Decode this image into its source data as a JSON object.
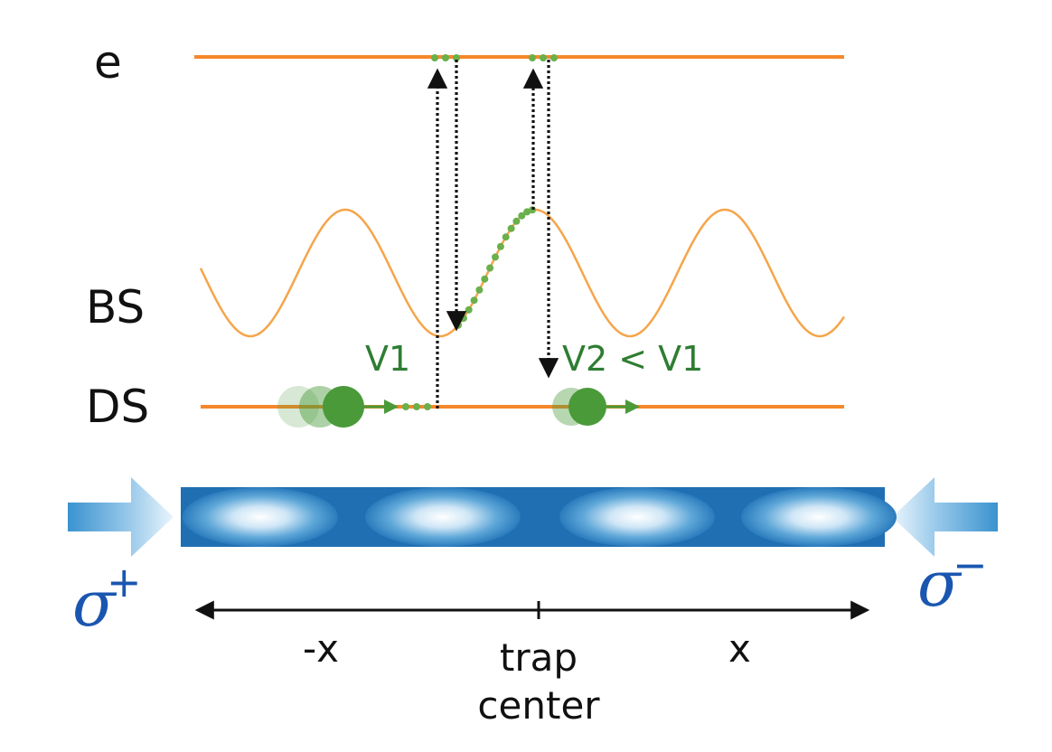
{
  "labels": {
    "excited": "e",
    "bright_state": "BS",
    "dark_state": "DS",
    "v1": "V1",
    "v2": "V2 < V1",
    "neg_x": "-x",
    "pos_x": "x",
    "trap_line1": "trap",
    "trap_line2": "center",
    "sigma_plus_symbol": "σ",
    "sigma_plus_sup": "+",
    "sigma_minus_symbol": "σ",
    "sigma_minus_sup": "−"
  },
  "colors": {
    "level_line": "#f5882a",
    "potential_curve": "#f5a54a",
    "atom": "#4a9a3a",
    "atom_dots": "#6ab04c",
    "transition_arrow": "#111111",
    "text": "#111111",
    "velocity_text": "#2e7d32",
    "beam_dark": "#1f6fb2",
    "beam_light": "#ffffff",
    "sigma_text": "#1a56b0"
  },
  "icons": {
    "left_beam": "arrow-right-icon",
    "right_beam": "arrow-left-icon",
    "atom": "circle-icon"
  }
}
